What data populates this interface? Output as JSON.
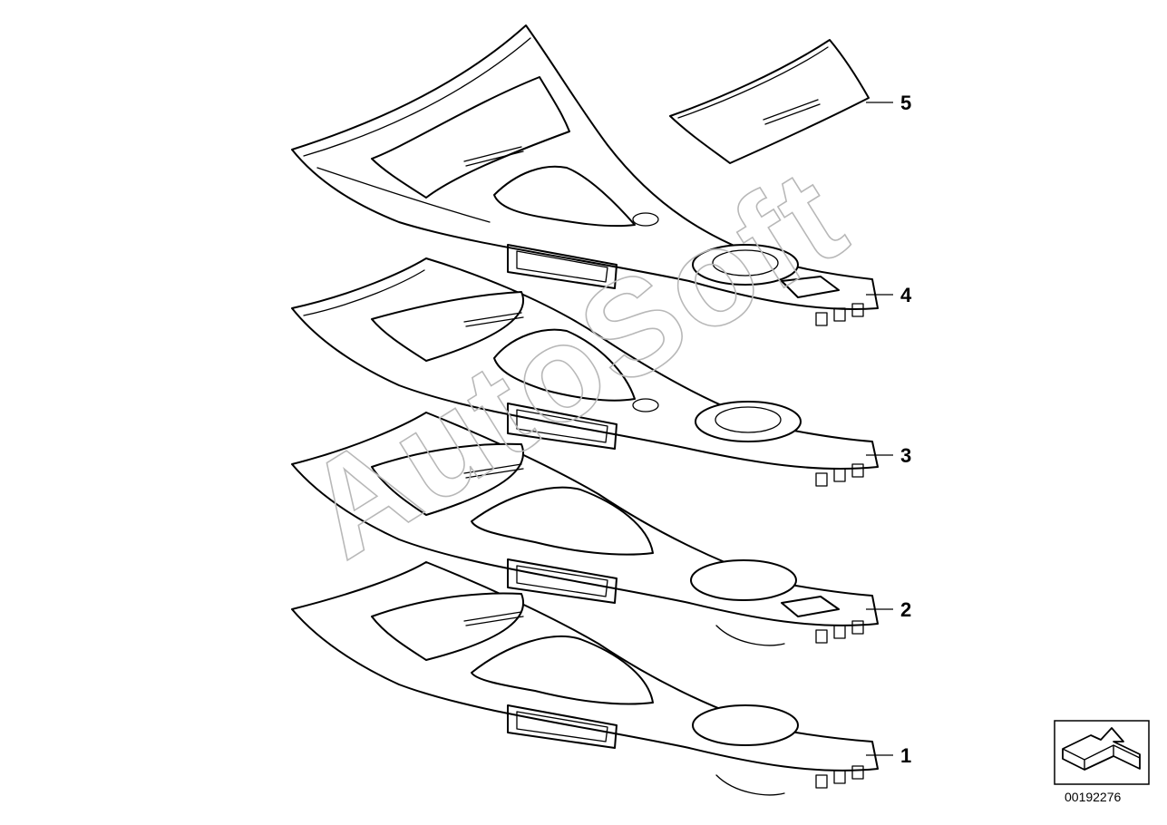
{
  "diagram": {
    "callouts": [
      "1",
      "2",
      "3",
      "4",
      "5"
    ],
    "diagram_id": "00192276",
    "watermark": "AutoSoft",
    "orientation_icon": "direction-arrow-icon"
  }
}
